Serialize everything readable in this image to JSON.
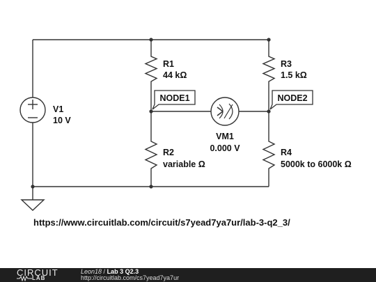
{
  "components": {
    "v1": {
      "name": "V1",
      "value": "10 V"
    },
    "r1": {
      "name": "R1",
      "value": "44 kΩ"
    },
    "r2": {
      "name": "R2",
      "value": "variable Ω"
    },
    "r3": {
      "name": "R3",
      "value": "1.5 kΩ"
    },
    "r4": {
      "name": "R4",
      "value": "5000k to 6000k Ω"
    },
    "vm1": {
      "name": "VM1",
      "value": "0.000 V"
    }
  },
  "nodes": {
    "node1": "NODE1",
    "node2": "NODE2"
  },
  "circuit_url": "https://www.circuitlab.com/circuit/s7yead7ya7ur/lab-3-q2_3/",
  "footer": {
    "logo_top": "CIRCUIT",
    "logo_bottom": "LAB",
    "author": "Leon18",
    "separator": " / ",
    "title": "Lab 3 Q2.3",
    "short_url": "http://circuitlab.com/cs7yead7ya7ur"
  }
}
